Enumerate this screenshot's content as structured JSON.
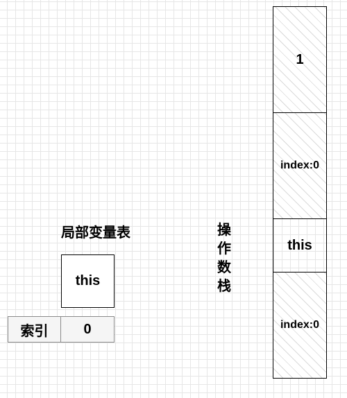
{
  "local_vars": {
    "title": "局部变量表",
    "entries": [
      {
        "value": "this",
        "index": "0"
      }
    ],
    "index_label": "索引"
  },
  "operand_stack": {
    "label_chars": [
      "操",
      "作",
      "数",
      "栈"
    ],
    "slots": [
      {
        "text": "1",
        "hatched": true
      },
      {
        "text": "index:0",
        "hatched": true
      },
      {
        "text": "this",
        "hatched": false
      },
      {
        "text": "index:0",
        "hatched": true
      }
    ]
  }
}
